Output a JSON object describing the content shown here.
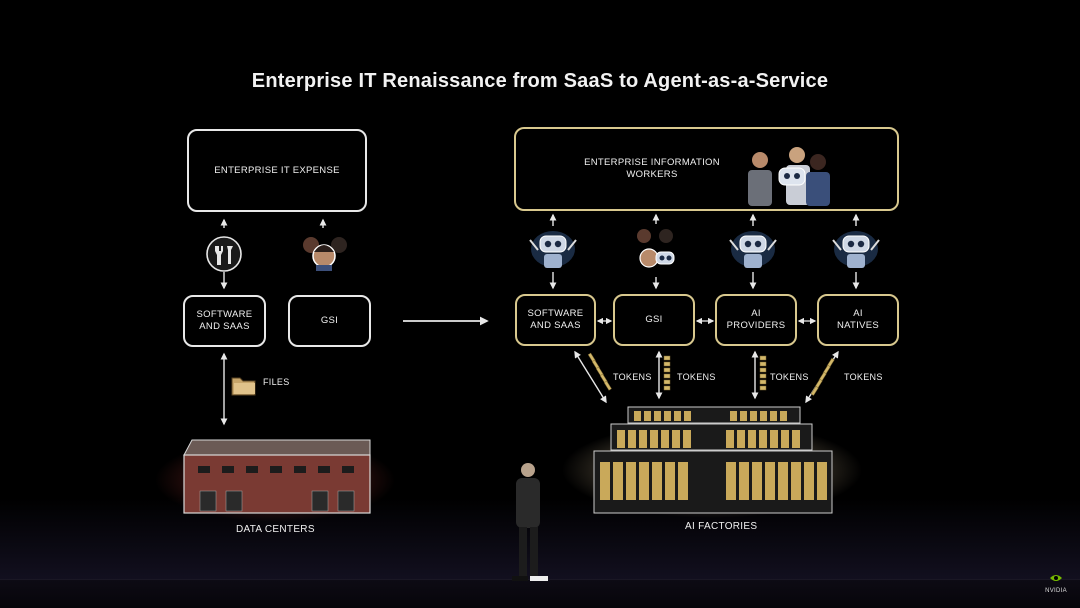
{
  "slide": {
    "title": "Enterprise IT Renaissance from SaaS to Agent-as-a-Service"
  },
  "left": {
    "top_box": "ENTERPRISE IT EXPENSE",
    "boxes": [
      "SOFTWARE AND SAAS",
      "GSI"
    ],
    "files_label": "FILES",
    "caption": "DATA CENTERS"
  },
  "right": {
    "top_box": "ENTERPRISE INFORMATION WORKERS",
    "boxes": [
      "SOFTWARE AND SAAS",
      "GSI",
      "AI PROVIDERS",
      "AI NATIVES"
    ],
    "tokens_labels": [
      "TOKENS",
      "TOKENS",
      "TOKENS",
      "TOKENS"
    ],
    "caption": "AI FACTORIES"
  },
  "branding": {
    "logo_text": "NVIDIA"
  },
  "colors": {
    "box_border": "#e8e8e8",
    "accent_gold": "#d8c88e",
    "brick": "#7a3a33",
    "gpu_gold": "#c9a95a"
  }
}
